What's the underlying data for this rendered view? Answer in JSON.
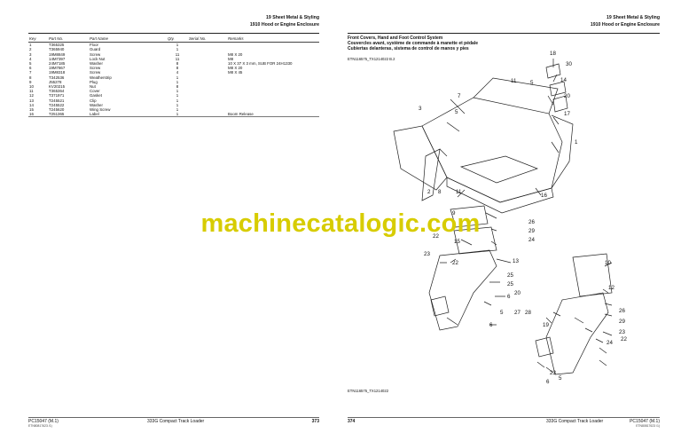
{
  "left": {
    "header": {
      "section": "19 Sheet Metal & Styling",
      "group": "1910 Hood or Engine Enclosure"
    },
    "table": {
      "columns": [
        "Key",
        "Part No.",
        "Part Name",
        "Qty.",
        "Serial No.",
        "Remarks"
      ],
      "rows": [
        [
          "1",
          "T365325",
          "Floor",
          "1",
          "",
          ""
        ],
        [
          "2",
          "T365940",
          "Guard",
          "1",
          "",
          ""
        ],
        [
          "3",
          "19M8849",
          "Screw",
          "11",
          "",
          "M8 X 20"
        ],
        [
          "4",
          "14M7397",
          "Lock Nut",
          "11",
          "",
          "M8"
        ],
        [
          "5",
          "24M7185",
          "Washer",
          "8",
          "",
          "10 X 37 X 3 mm, SUB FOR 24H1330"
        ],
        [
          "6",
          "19M7867",
          "Screw",
          "8",
          "",
          "M8 X 20"
        ],
        [
          "7",
          "19M8318",
          "Screw",
          "4",
          "",
          "M8 X 45"
        ],
        [
          "8",
          "T342536",
          "Weatherstrip",
          "1",
          "",
          ""
        ],
        [
          "9",
          "J55278",
          "Plug",
          "1",
          "",
          ""
        ],
        [
          "10",
          "KV20215",
          "Nut",
          "8",
          "",
          ""
        ],
        [
          "11",
          "T365364",
          "Cover",
          "1",
          "",
          ""
        ],
        [
          "12",
          "T371971",
          "Gasket",
          "1",
          "",
          ""
        ],
        [
          "13",
          "T245521",
          "Clip",
          "1",
          "",
          ""
        ],
        [
          "14",
          "T245522",
          "Washer",
          "1",
          "",
          ""
        ],
        [
          "15",
          "T245620",
          "Wing Screw",
          "1",
          "",
          ""
        ],
        [
          "16",
          "T251365",
          "Label",
          "1",
          "",
          "Boom Release"
        ]
      ]
    },
    "footer": {
      "code": "PC15047  (M.1)",
      "sub": "ETN80817623 /1)",
      "model": "333G Compact Track Loader",
      "page": "373"
    }
  },
  "right": {
    "header": {
      "section": "19 Sheet Metal & Styling",
      "group": "1910 Hood or Engine Enclosure"
    },
    "title_lines": [
      "Front Covers, Hand and Foot Control System",
      "Couvercles avant, système de commande à manette et pédale",
      "Cubiertas delanteras, sistema de control de manos y pies"
    ],
    "figure_ref_top": "ETN116575_TX1214022 B.2",
    "figure_ref_bottom": "ETN116575_TX1214022",
    "callouts": {
      "top": [
        "18",
        "30",
        "5",
        "14",
        "20",
        "17",
        "11",
        "7",
        "5",
        "3",
        "1",
        "2",
        "8",
        "11",
        "16"
      ],
      "bottom": [
        "9",
        "26",
        "29",
        "24",
        "15",
        "22",
        "23",
        "22",
        "13",
        "10",
        "25",
        "6",
        "20",
        "12",
        "5",
        "26",
        "29",
        "23",
        "27",
        "28",
        "6",
        "24",
        "25",
        "19",
        "22",
        "23",
        "5",
        "6"
      ]
    },
    "footer": {
      "page": "374",
      "model": "333G Compact Track Loader",
      "code": "PC15047  (M.1)",
      "sub": "ETN80817623 /1)"
    }
  },
  "watermark": "machinecatalogic.com"
}
